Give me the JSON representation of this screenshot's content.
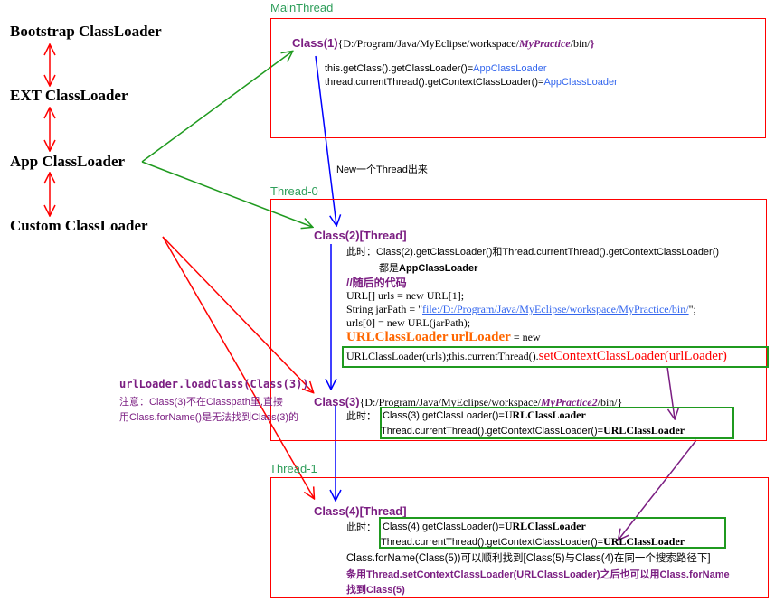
{
  "loaders": {
    "bootstrap": "Bootstrap ClassLoader",
    "ext": "EXT ClassLoader",
    "app": "App ClassLoader",
    "custom": "Custom ClassLoader"
  },
  "sections": {
    "main_thread": "MainThread",
    "thread0": "Thread-0",
    "thread1": "Thread-1"
  },
  "new_thread_label": "New一个Thread出来",
  "class1": {
    "title": "Class(1)",
    "path_open": "{",
    "path_prefix": "D:/Program/Java/MyEclipse/workspace/",
    "path_project": "MyPractice",
    "path_suffix": "/bin/",
    "path_close": "}",
    "line1_code": "this.getClass().getClassLoader()=",
    "line1_value": "AppClassLoader",
    "line2_code": "thread.currentThread().getContextClassLoader()=",
    "line2_value": "AppClassLoader"
  },
  "class2": {
    "title": "Class(2)[Thread]",
    "note_prefix": "此时：",
    "note_line1": "Class(2).getClassLoader()和Thread.currentThread().getContextClassLoader()",
    "note_line2_prefix": "都是",
    "note_line2_value": "AppClassLoader",
    "comment": "//随后的代码",
    "code1": "URL[] urls = new URL[1];",
    "code2_prefix": "String jarPath = \"",
    "code2_link": "file:/D:/Program/Java/MyEclipse/workspace/MyPractice/bin/",
    "code2_suffix": "\";",
    "code3": "urls[0] = new URL(jarPath);",
    "code4_hl": "URLClassLoader urlLoader",
    "code4_suffix": " = new",
    "code5_prefix": "URLClassLoader(urls);this.currentThread().",
    "code5_hl": "setContextClassLoader(urlLoader)"
  },
  "load_note": {
    "code": "urlLoader.loadClass(Class(3))",
    "line1": "注意：Class(3)不在Classpath里,直接",
    "line2": "用Class.forName()是无法找到Class(3)的"
  },
  "class3": {
    "title": "Class(3)",
    "path_open": "{",
    "path_prefix": "D:/Program/Java/MyEclipse/workspace/",
    "path_project": "MyPractice2",
    "path_suffix": "/bin/",
    "path_close": "}",
    "note_prefix": "此时：",
    "line1_code": "Class(3).getClassLoader()=",
    "line1_value": "URLClassLoader",
    "line2_code": "Thread.currentThread().getContextClassLoader()=",
    "line2_value": "URLClassLoader"
  },
  "class4": {
    "title": "Class(4)[Thread]",
    "note_prefix": "此时：",
    "line1_code": "Class(4).getClassLoader()=",
    "line1_value": "URLClassLoader",
    "line2_code": "Thread.currentThread().getContextClassLoader()=",
    "line2_value": "URLClassLoader",
    "line3": "Class.forName(Class(5))可以顺利找到[Class(5)与Class(4)在同一个搜索路径下]",
    "line4": "条用Thread.setContextClassLoader(URLClassLoader)之后也可以用Class.forName",
    "line5": "找到Class(5)"
  },
  "colors": {
    "red": "#ff0000",
    "green": "#1f9a1f",
    "blue": "#0000ff",
    "purple": "#7b1e82",
    "section": "#2e9e5a",
    "value_blue": "#3366ee",
    "orange": "#ff6600"
  }
}
